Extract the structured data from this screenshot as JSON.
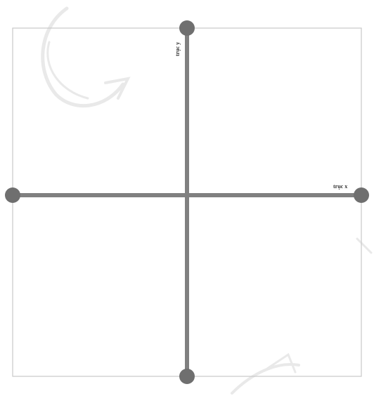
{
  "diagram": {
    "axes": {
      "x_label": "trục x",
      "y_label": "trục y"
    },
    "colors": {
      "axis_line": "#808080",
      "endpoint": "#6f6f6f",
      "frame": "#c8c8c8",
      "watermark": "#e9e9e9",
      "label": "#333333"
    },
    "endpoints": [
      {
        "name": "top",
        "icon": "circle"
      },
      {
        "name": "bottom",
        "icon": "circle"
      },
      {
        "name": "left",
        "icon": "circle"
      },
      {
        "name": "right",
        "icon": "circle"
      }
    ]
  }
}
